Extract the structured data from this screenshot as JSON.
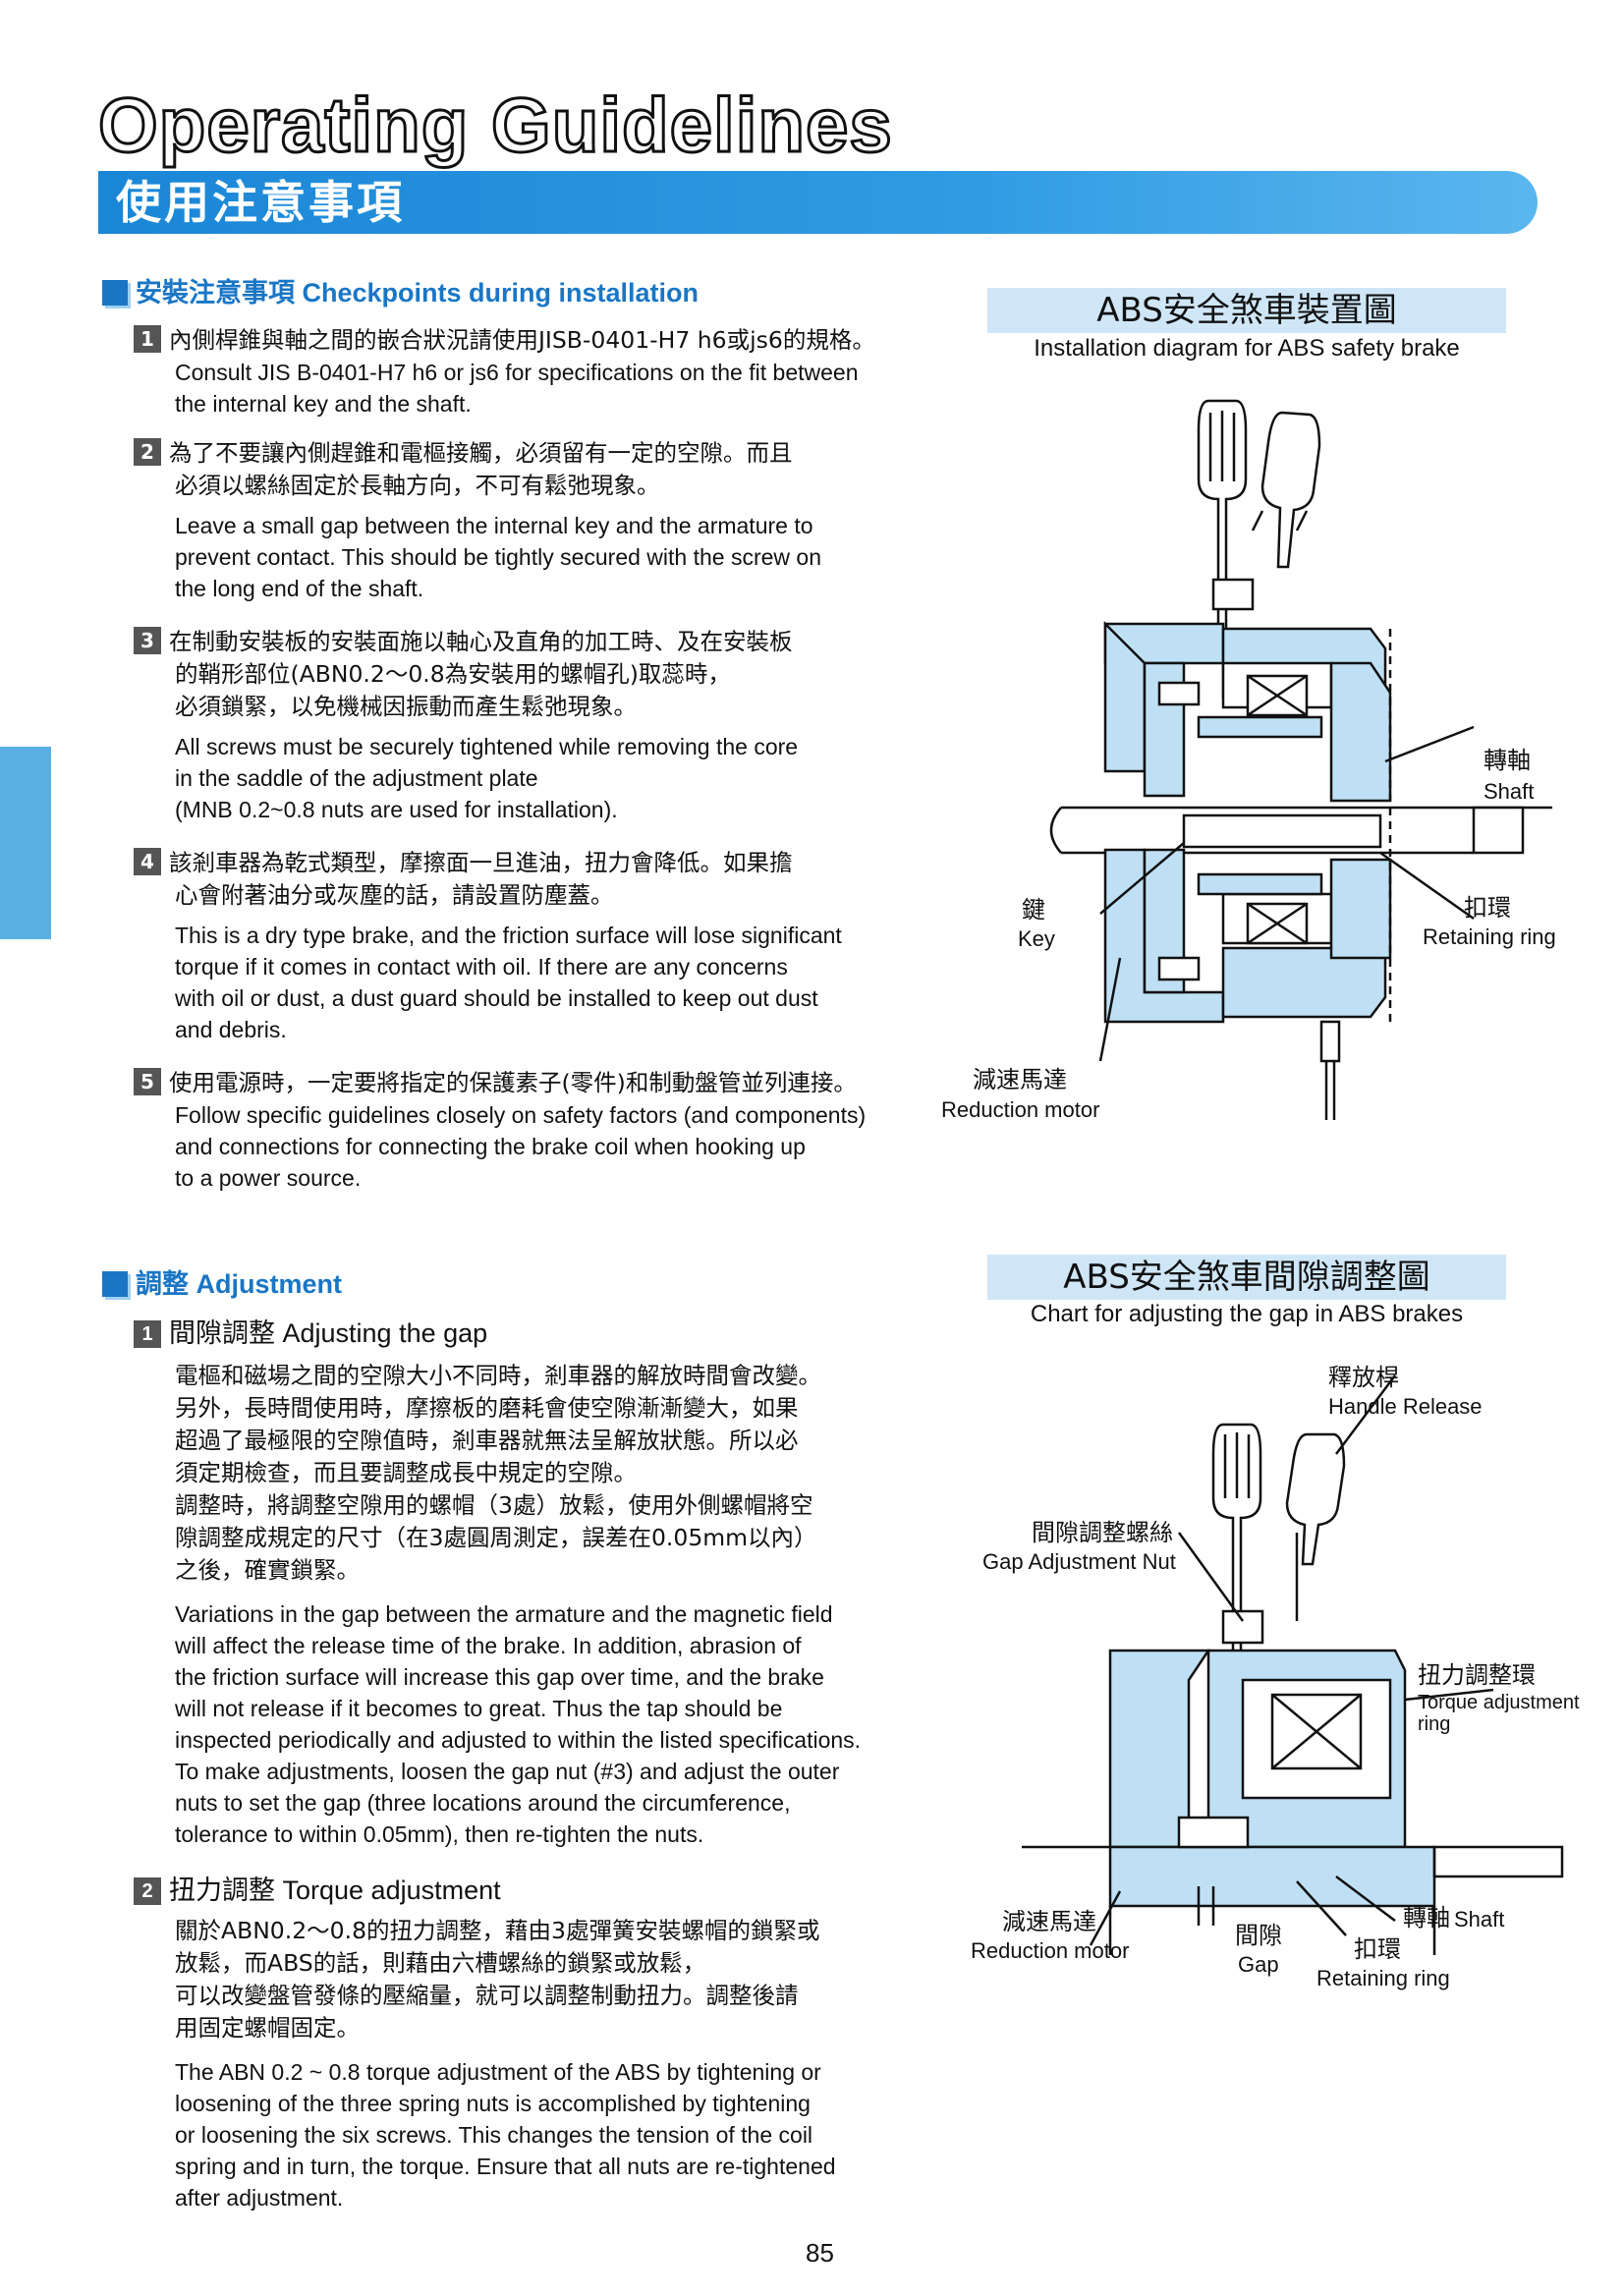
{
  "header": {
    "title_en": "Operating Guidelines",
    "title_zh": "使用注意事項"
  },
  "installation": {
    "heading_zh": "安裝注意事項",
    "heading_en": "Checkpoints during installation",
    "items": [
      {
        "num": "1",
        "zh": [
          "內側桿錐與軸之間的嵌合狀況請使用JISB-0401-H7 h6或js6的規格。"
        ],
        "en": [
          "Consult JIS B-0401-H7 h6 or js6 for specifications on the fit between",
          "the internal key and the shaft."
        ]
      },
      {
        "num": "2",
        "zh": [
          "為了不要讓內側趕錐和電樞接觸，必須留有一定的空隙。而且",
          "必須以螺絲固定於長軸方向，不可有鬆弛現象。"
        ],
        "en": [
          "Leave a small gap between the internal key and the armature to",
          "prevent contact.  This should be tightly secured with the screw on",
          "the long end of the shaft."
        ]
      },
      {
        "num": "3",
        "zh": [
          "在制動安裝板的安裝面施以軸心及直角的加工時、及在安裝板",
          "的鞘形部位(ABN0.2～0.8為安裝用的螺帽孔)取蕊時，",
          "必須鎖緊，以免機械因振動而產生鬆弛現象。"
        ],
        "en": [
          "All screws must be securely tightened while removing the core",
          "in the saddle of the adjustment plate",
          "(MNB 0.2~0.8 nuts are used for installation)."
        ]
      },
      {
        "num": "4",
        "zh": [
          "該剎車器為乾式類型，摩擦面一旦進油，扭力會降低。如果擔",
          "心會附著油分或灰塵的話，請設置防塵蓋。"
        ],
        "en": [
          "This is a dry type brake, and the friction surface will lose significant",
          "torque if it comes in contact with oil.  If there are any concerns",
          "with oil or dust, a dust guard should be installed to keep out dust",
          "and debris."
        ]
      },
      {
        "num": "5",
        "zh": [
          "使用電源時，一定要將指定的保護素子(零件)和制動盤管並列連接。"
        ],
        "en": [
          "Follow specific guidelines closely on safety factors (and components)",
          "and connections for connecting the brake coil when hooking up",
          "to a power source."
        ]
      }
    ]
  },
  "adjustment": {
    "heading_zh": "調整",
    "heading_en": "Adjustment",
    "sub1": {
      "num": "1",
      "title": "間隙調整 Adjusting the gap",
      "zh": [
        "電樞和磁場之間的空隙大小不同時，剎車器的解放時間會改變。",
        "另外，長時間使用時，摩擦板的磨耗會使空隙漸漸變大，如果",
        "超過了最極限的空隙值時，剎車器就無法呈解放狀態。所以必",
        "須定期檢查，而且要調整成長中規定的空隙。",
        "調整時，將調整空隙用的螺帽（3處）放鬆，使用外側螺帽將空",
        "隙調整成規定的尺寸（在3處圓周測定，誤差在0.05mm以內）",
        "之後，確實鎖緊。"
      ],
      "en": [
        "Variations in the gap between the armature and the magnetic field",
        "will affect the release time of the brake.  In addition, abrasion of",
        "the friction surface will increase this gap over time, and the brake",
        "will not release if it becomes to great.  Thus the tap should be",
        "inspected periodically and adjusted to within the listed specifications.",
        "To make adjustments, loosen the gap nut (#3) and adjust the outer",
        "nuts to set the gap (three locations around the circumference,",
        "tolerance to within 0.05mm), then re-tighten the nuts."
      ]
    },
    "sub2": {
      "num": "2",
      "title": "扭力調整 Torque adjustment",
      "zh": [
        "關於ABN0.2～0.8的扭力調整，藉由3處彈簧安裝螺帽的鎖緊或",
        "放鬆，而ABS的話，則藉由六槽螺絲的鎖緊或放鬆，",
        "可以改變盤管發條的壓縮量，就可以調整制動扭力。調整後請",
        "用固定螺帽固定。"
      ],
      "en": [
        "The ABN 0.2 ~ 0.8 torque adjustment of the ABS by tightening or",
        "loosening of the three spring nuts is accomplished by tightening",
        "or loosening the six screws.  This changes the tension of the coil",
        "spring and in turn, the torque.  Ensure that all nuts are re-tightened",
        "after adjustment."
      ]
    }
  },
  "diagram1": {
    "title_zh": "ABS安全煞車裝置圖",
    "title_en": "Installation diagram for ABS safety brake",
    "label_shaft_zh": "轉軸",
    "label_shaft_en": "Shaft",
    "label_key_zh": "鍵",
    "label_key_en": "Key",
    "label_ring_zh": "扣環",
    "label_ring_en": "Retaining ring",
    "label_motor_zh": "減速馬達",
    "label_motor_en": "Reduction motor"
  },
  "diagram2": {
    "title_zh": "ABS安全煞車間隙調整圖",
    "title_en": "Chart for adjusting the gap in ABS brakes",
    "label_release_zh": "釋放桿",
    "label_release_en": "Handle Release",
    "label_nut_zh": "間隙調整螺絲",
    "label_nut_en": "Gap Adjustment Nut",
    "label_torque_zh": "扭力調整環",
    "label_torque_en1": "Torque adjustment",
    "label_torque_en2": "ring",
    "label_motor_zh": "減速馬達",
    "label_motor_en": "Reduction motor",
    "label_gap_zh": "間隙",
    "label_gap_en": "Gap",
    "label_shaft_zh": "轉軸",
    "label_shaft_en": "Shaft",
    "label_ring_zh": "扣環",
    "label_ring_en": "Retaining ring"
  },
  "footer": {
    "page_number": "85"
  },
  "colors": {
    "accent": "#1a76c5",
    "banner": "#2f9be3",
    "diagram_fill": "#bfe0f4"
  }
}
